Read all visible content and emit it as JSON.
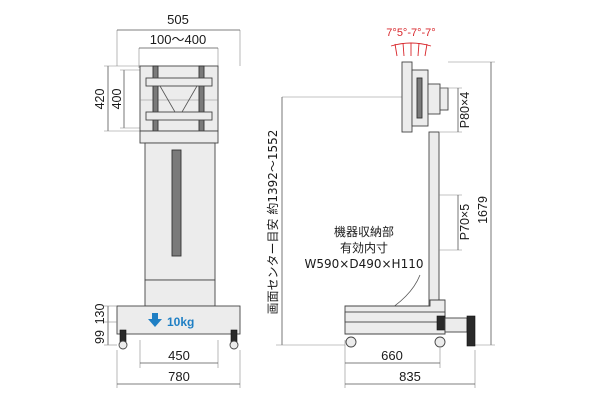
{
  "front": {
    "width_overall": "505",
    "vesa_range": "100〜400",
    "height_outer": "420",
    "height_inner": "400",
    "base_h1": "99",
    "base_h2": "130",
    "weight_label": "10kg",
    "caster_span": "450",
    "base_width": "780"
  },
  "side": {
    "tilt_label": "7°5°-7°-7°",
    "center_height": "画面センター目安 約1392〜1552",
    "pitch_upper": "P80×4",
    "pitch_lower": "P70×5",
    "total_height": "1679",
    "storage_line1": "機器収納部",
    "storage_line2": "有効内寸",
    "storage_line3": "W590×D490×H110",
    "depth_inner": "660",
    "depth_overall": "835"
  },
  "colors": {
    "tilt_red": "#d8262b",
    "weight_blue": "#1f7fc4"
  }
}
